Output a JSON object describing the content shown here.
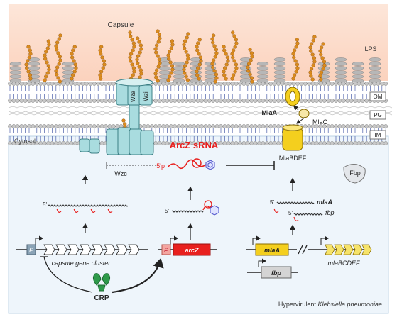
{
  "labels": {
    "capsule": "Capsule",
    "lps": "LPS",
    "om": "OM",
    "pg": "PG",
    "im": "IM",
    "cytosol": "Cytosol",
    "wza": "Wza",
    "wzi": "Wzi",
    "wzc": "Wzc",
    "mlaA_protein": "MlaA",
    "mlaC": "MlaC",
    "mlaBDEF": "MlaBDEF",
    "fbp_protein": "Fbp",
    "arcz_srna": "ArcZ sRNA",
    "five_p": "5'p",
    "five_prime": "5'",
    "mlaA_mrna": "mlaA",
    "fbp_mrna": "fbp",
    "promoter": "P",
    "arcZ_gene": "arcZ",
    "mlaA_gene": "mlaA",
    "fbp_gene": "fbp",
    "mlaBCDEF": "mlaBCDEF",
    "capsule_cluster": "capsule gene cluster",
    "crp": "CRP",
    "organism_prefix": "Hypervirulent ",
    "organism_italic": "Klebsiella pneumoniae"
  },
  "colors": {
    "capsule_bead": "#d98a1e",
    "lipid_head": "#c8c8c8",
    "lipid_tail": "#4a5fa8",
    "channel": "#a9dcdf",
    "mla": "#f4cf1e",
    "srna": "#e8201e",
    "gene_red": "#e8201e",
    "gene_yellow": "#f6e36a",
    "crp": "#2e9a4a",
    "cytosol_bg": "#eef5fb"
  }
}
